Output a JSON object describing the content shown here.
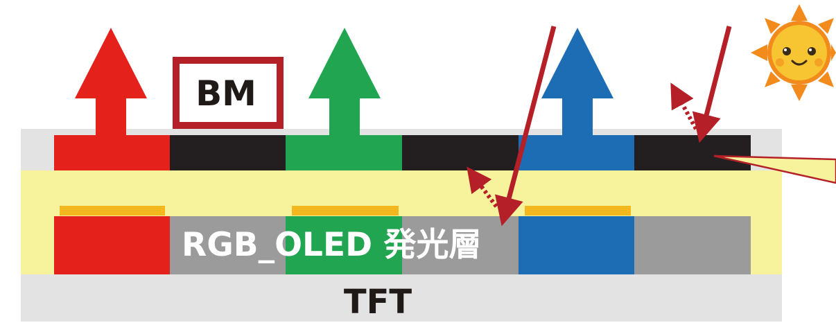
{
  "labels": {
    "bm": "BM",
    "oled_layer": "RGB_OLED 発光層",
    "tft": "TFT"
  },
  "colors": {
    "red": "#e4211b",
    "green": "#22a550",
    "blue": "#1d6db5",
    "black": "#231f20",
    "gray": "#9b9b9b",
    "light_gray": "#e3e3e3",
    "cream": "#f7f29c",
    "yellow": "#f2b81e",
    "dark_red": "#b52028",
    "sun_orange": "#f28a1c",
    "sun_face": "#f7c531"
  },
  "icons": {
    "sun": "sun-icon"
  }
}
